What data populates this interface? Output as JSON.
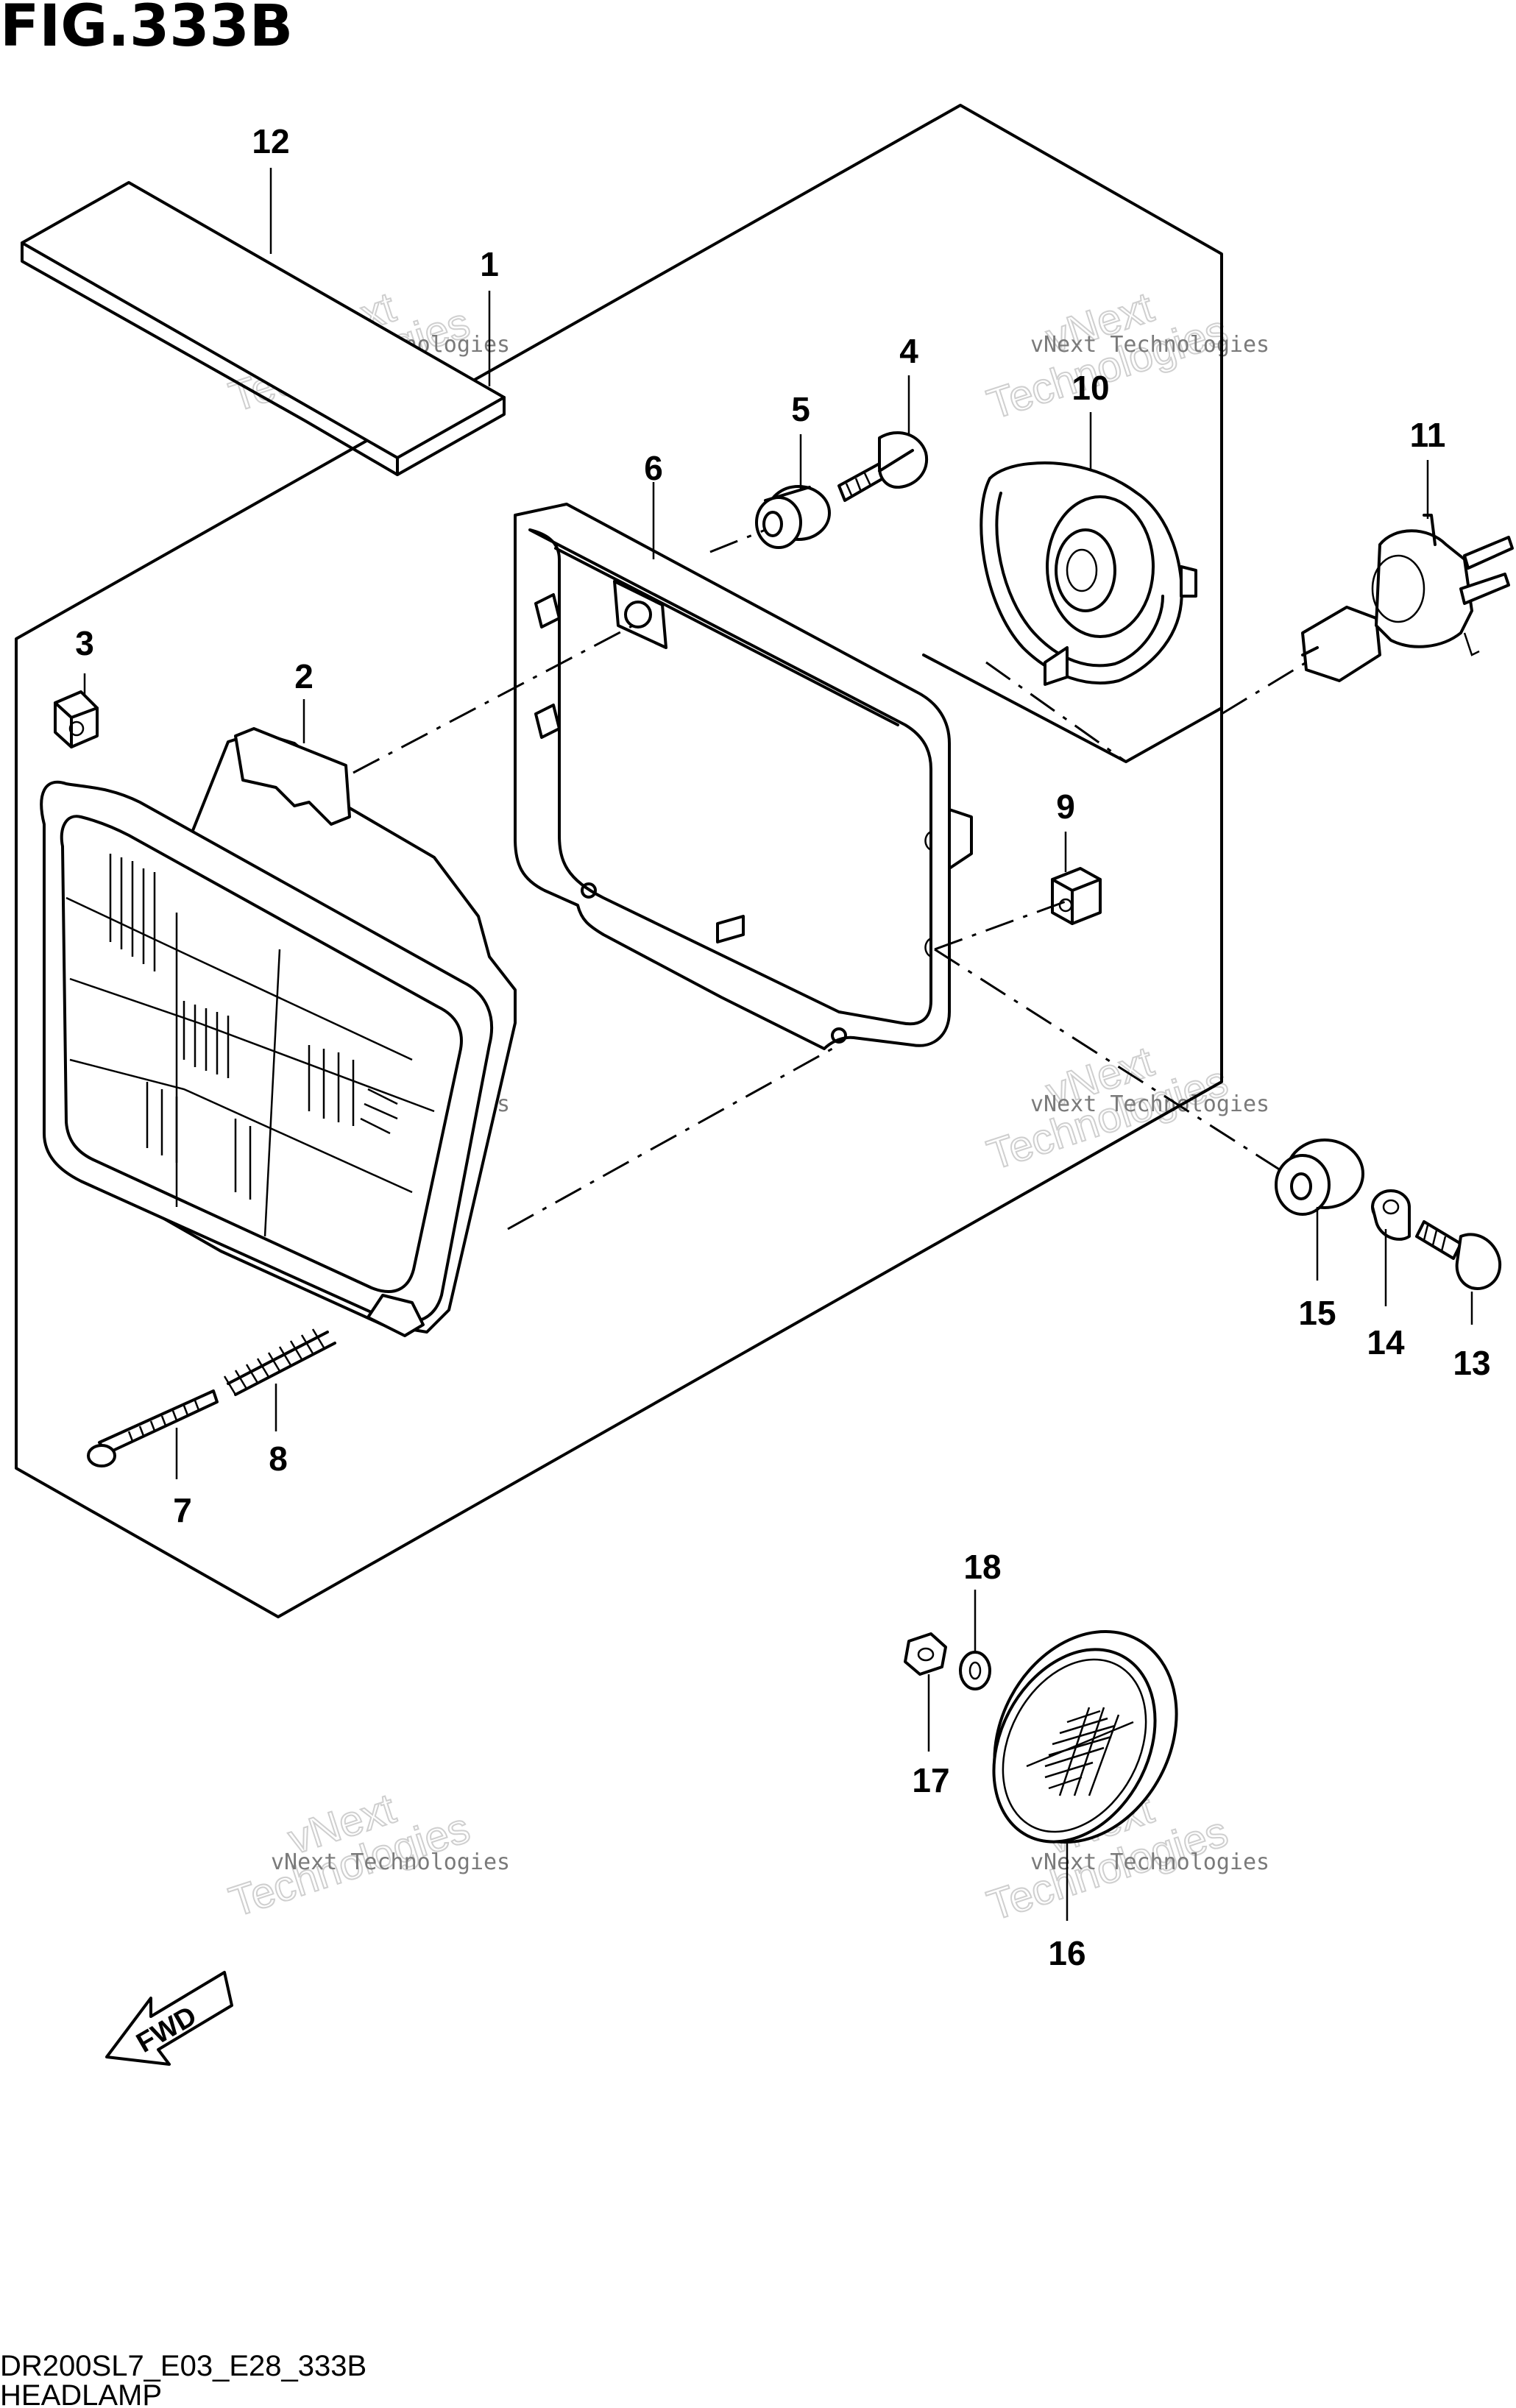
{
  "figure": {
    "title": "FIG.333B",
    "code": "DR200SL7_E03_E28_333B",
    "name": "HEADLAMP"
  },
  "fwd_label": "FWD",
  "watermark": {
    "line1": "vNext Technologies",
    "line2": "vNext",
    "line3": "Technologies"
  },
  "parts": [
    {
      "num": "1"
    },
    {
      "num": "2"
    },
    {
      "num": "3"
    },
    {
      "num": "4"
    },
    {
      "num": "5"
    },
    {
      "num": "6"
    },
    {
      "num": "7"
    },
    {
      "num": "8"
    },
    {
      "num": "9"
    },
    {
      "num": "10"
    },
    {
      "num": "11"
    },
    {
      "num": "12"
    },
    {
      "num": "13"
    },
    {
      "num": "14"
    },
    {
      "num": "15"
    },
    {
      "num": "16"
    },
    {
      "num": "17"
    },
    {
      "num": "18"
    }
  ]
}
